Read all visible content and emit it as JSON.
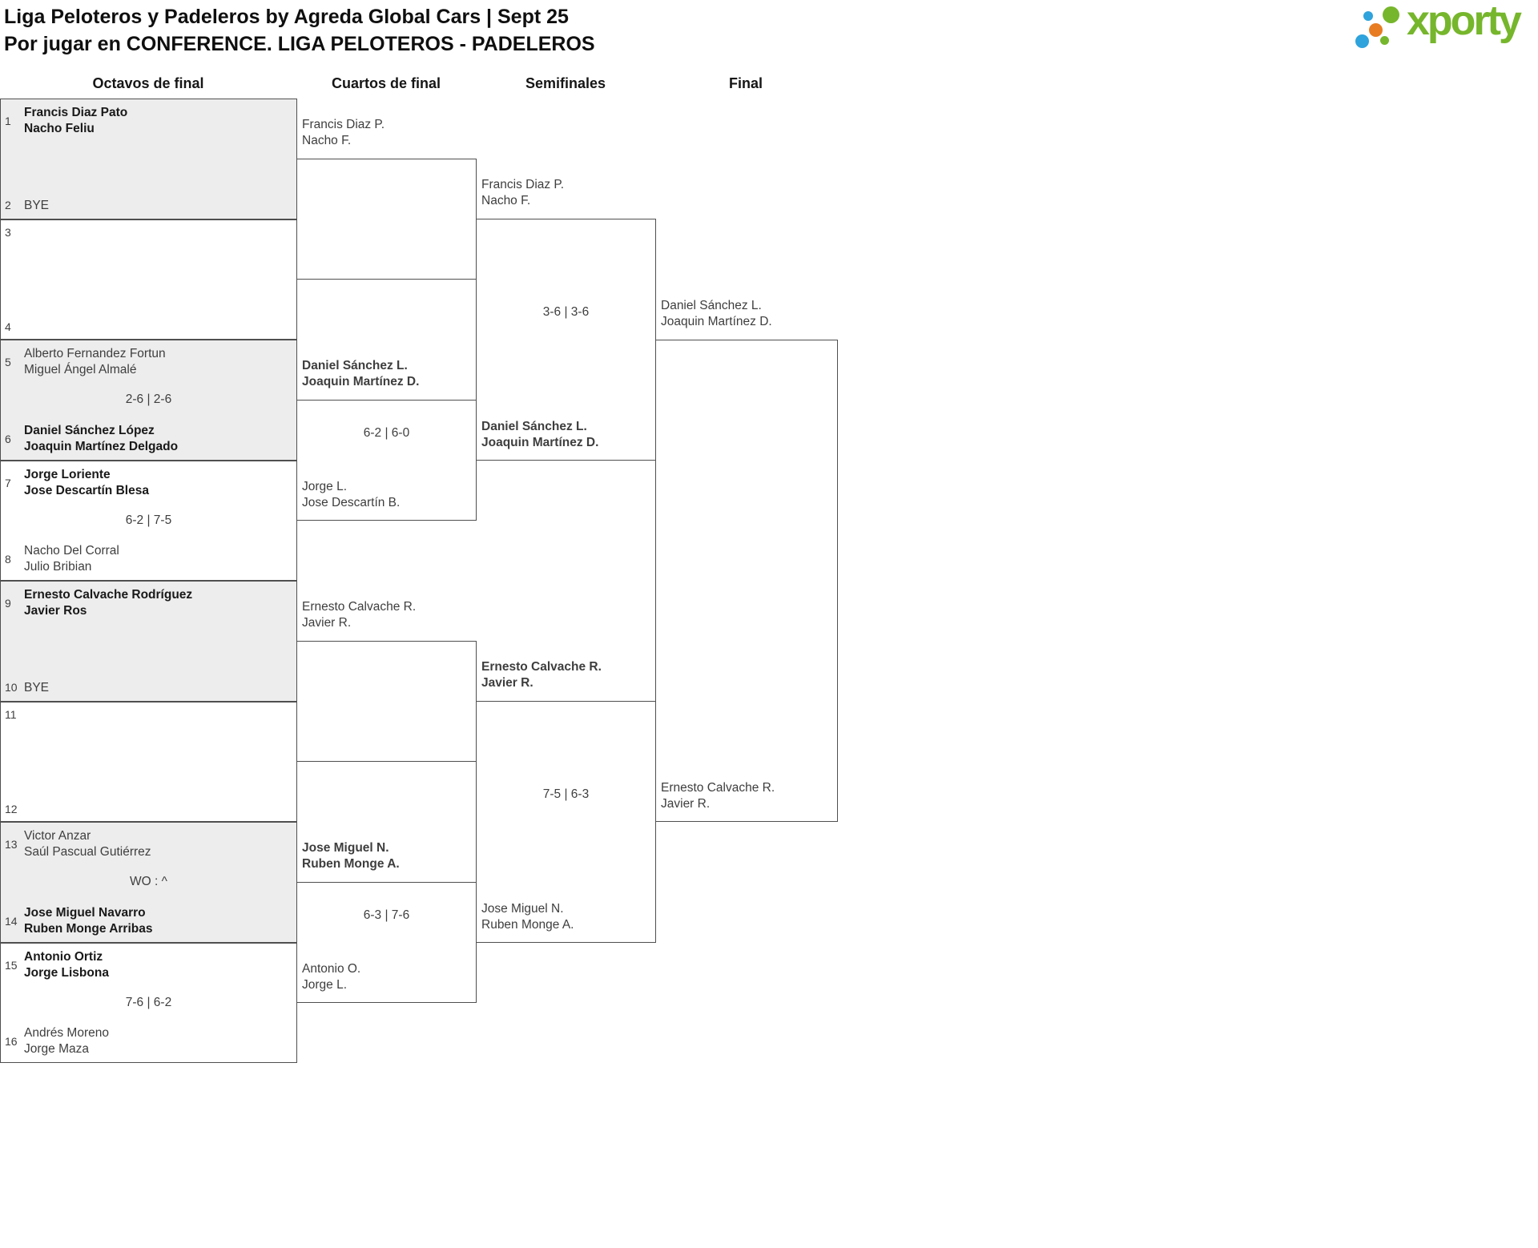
{
  "header": {
    "title_line1": "Liga Peloteros y Padeleros by Agreda Global Cars | Sept 25",
    "title_line2": "Por jugar en CONFERENCE. LIGA PELOTEROS - PADELEROS",
    "logo_text": "xporty"
  },
  "colors": {
    "logo_green": "#76b62c",
    "logo_blue": "#2ea3dc",
    "logo_orange": "#e87c22",
    "box_gray": "#ededed",
    "border": "#4f4f4f"
  },
  "rounds": [
    {
      "name": "Octavos de final",
      "matches": [
        {
          "top": {
            "seed": "1",
            "players": [
              "Francis Diaz Pato",
              "Nacho Feliu"
            ],
            "winner": true
          },
          "bottom": {
            "seed": "2",
            "players": [
              "BYE"
            ],
            "winner": false
          },
          "score": ""
        },
        {
          "top": {
            "seed": "3",
            "players": [],
            "winner": false
          },
          "bottom": {
            "seed": "4",
            "players": [],
            "winner": false
          },
          "score": ""
        },
        {
          "top": {
            "seed": "5",
            "players": [
              "Alberto Fernandez Fortun",
              "Miguel Ángel Almalé"
            ],
            "winner": false
          },
          "bottom": {
            "seed": "6",
            "players": [
              "Daniel Sánchez López",
              "Joaquin Martínez Delgado"
            ],
            "winner": true
          },
          "score": "2-6 | 2-6"
        },
        {
          "top": {
            "seed": "7",
            "players": [
              "Jorge Loriente",
              "Jose Descartín Blesa"
            ],
            "winner": true
          },
          "bottom": {
            "seed": "8",
            "players": [
              "Nacho Del Corral",
              "Julio Bribian"
            ],
            "winner": false
          },
          "score": "6-2 | 7-5"
        },
        {
          "top": {
            "seed": "9",
            "players": [
              "Ernesto Calvache Rodríguez",
              "Javier Ros"
            ],
            "winner": true
          },
          "bottom": {
            "seed": "10",
            "players": [
              "BYE"
            ],
            "winner": false
          },
          "score": ""
        },
        {
          "top": {
            "seed": "11",
            "players": [],
            "winner": false
          },
          "bottom": {
            "seed": "12",
            "players": [],
            "winner": false
          },
          "score": ""
        },
        {
          "top": {
            "seed": "13",
            "players": [
              "Victor Anzar",
              "Saúl Pascual Gutiérrez"
            ],
            "winner": false
          },
          "bottom": {
            "seed": "14",
            "players": [
              "Jose Miguel Navarro",
              "Ruben Monge Arribas"
            ],
            "winner": true
          },
          "score": "WO : ^"
        },
        {
          "top": {
            "seed": "15",
            "players": [
              "Antonio Ortiz",
              "Jorge Lisbona"
            ],
            "winner": true
          },
          "bottom": {
            "seed": "16",
            "players": [
              "Andrés Moreno",
              "Jorge Maza"
            ],
            "winner": false
          },
          "score": "7-6 | 6-2"
        }
      ]
    },
    {
      "name": "Cuartos de final",
      "matches": [
        {
          "top": {
            "players": [
              "Francis Diaz P.",
              "Nacho F."
            ],
            "winner": false
          },
          "bottom": {
            "players": [],
            "winner": false
          },
          "score": ""
        },
        {
          "top": {
            "players": [
              "Daniel Sánchez L.",
              "Joaquin Martínez D."
            ],
            "winner": true
          },
          "bottom": {
            "players": [
              "Jorge L.",
              "Jose Descartín B."
            ],
            "winner": false
          },
          "score": "6-2 | 6-0"
        },
        {
          "top": {
            "players": [
              "Ernesto Calvache R.",
              "Javier R."
            ],
            "winner": false
          },
          "bottom": {
            "players": [],
            "winner": false
          },
          "score": ""
        },
        {
          "top": {
            "players": [
              "Jose Miguel N.",
              "Ruben Monge A."
            ],
            "winner": true
          },
          "bottom": {
            "players": [
              "Antonio O.",
              "Jorge L."
            ],
            "winner": false
          },
          "score": "6-3 | 7-6"
        }
      ]
    },
    {
      "name": "Semifinales",
      "matches": [
        {
          "top": {
            "players": [
              "Francis Diaz P.",
              "Nacho F."
            ],
            "winner": false
          },
          "bottom": {
            "players": [
              "Daniel Sánchez L.",
              "Joaquin Martínez D."
            ],
            "winner": true
          },
          "score": "3-6 | 3-6"
        },
        {
          "top": {
            "players": [
              "Ernesto Calvache R.",
              "Javier R."
            ],
            "winner": true
          },
          "bottom": {
            "players": [
              "Jose Miguel N.",
              "Ruben Monge A."
            ],
            "winner": false
          },
          "score": "7-5 | 6-3"
        }
      ]
    },
    {
      "name": "Final",
      "matches": [
        {
          "top": {
            "players": [
              "Daniel Sánchez L.",
              "Joaquin Martínez D."
            ],
            "winner": false
          },
          "bottom": {
            "players": [
              "Ernesto Calvache R.",
              "Javier R."
            ],
            "winner": false
          },
          "score": ""
        }
      ]
    }
  ]
}
